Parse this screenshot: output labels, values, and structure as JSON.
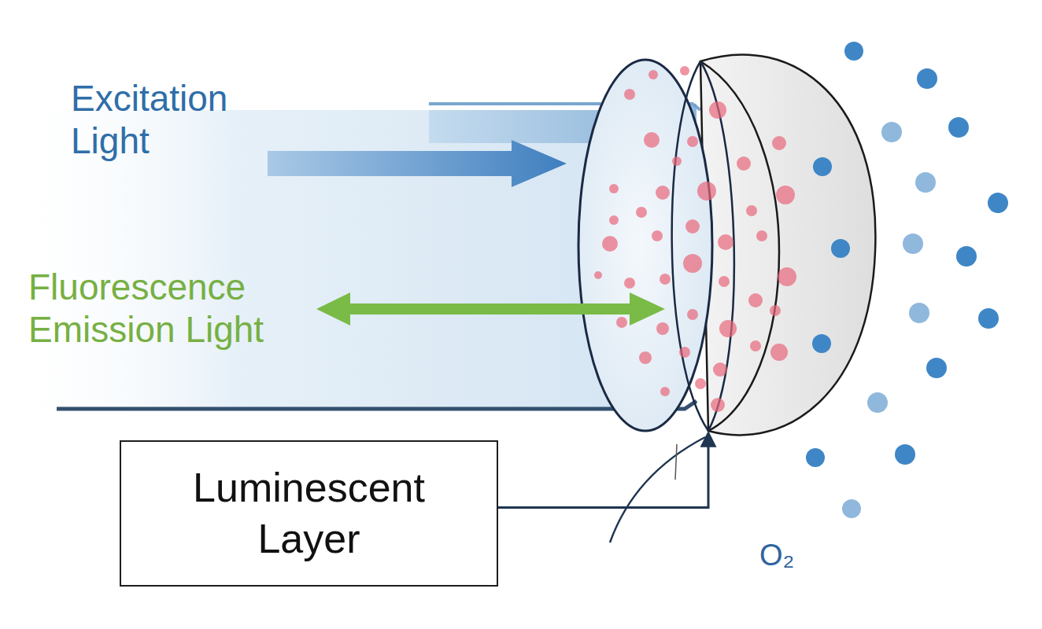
{
  "diagram": {
    "nodes": [
      {
        "text": [
          "Luminescent Layer"
        ]
      }
    ],
    "labels": [
      "Excitation Light",
      "Fluorescence Emission Light",
      "O₂"
    ]
  }
}
